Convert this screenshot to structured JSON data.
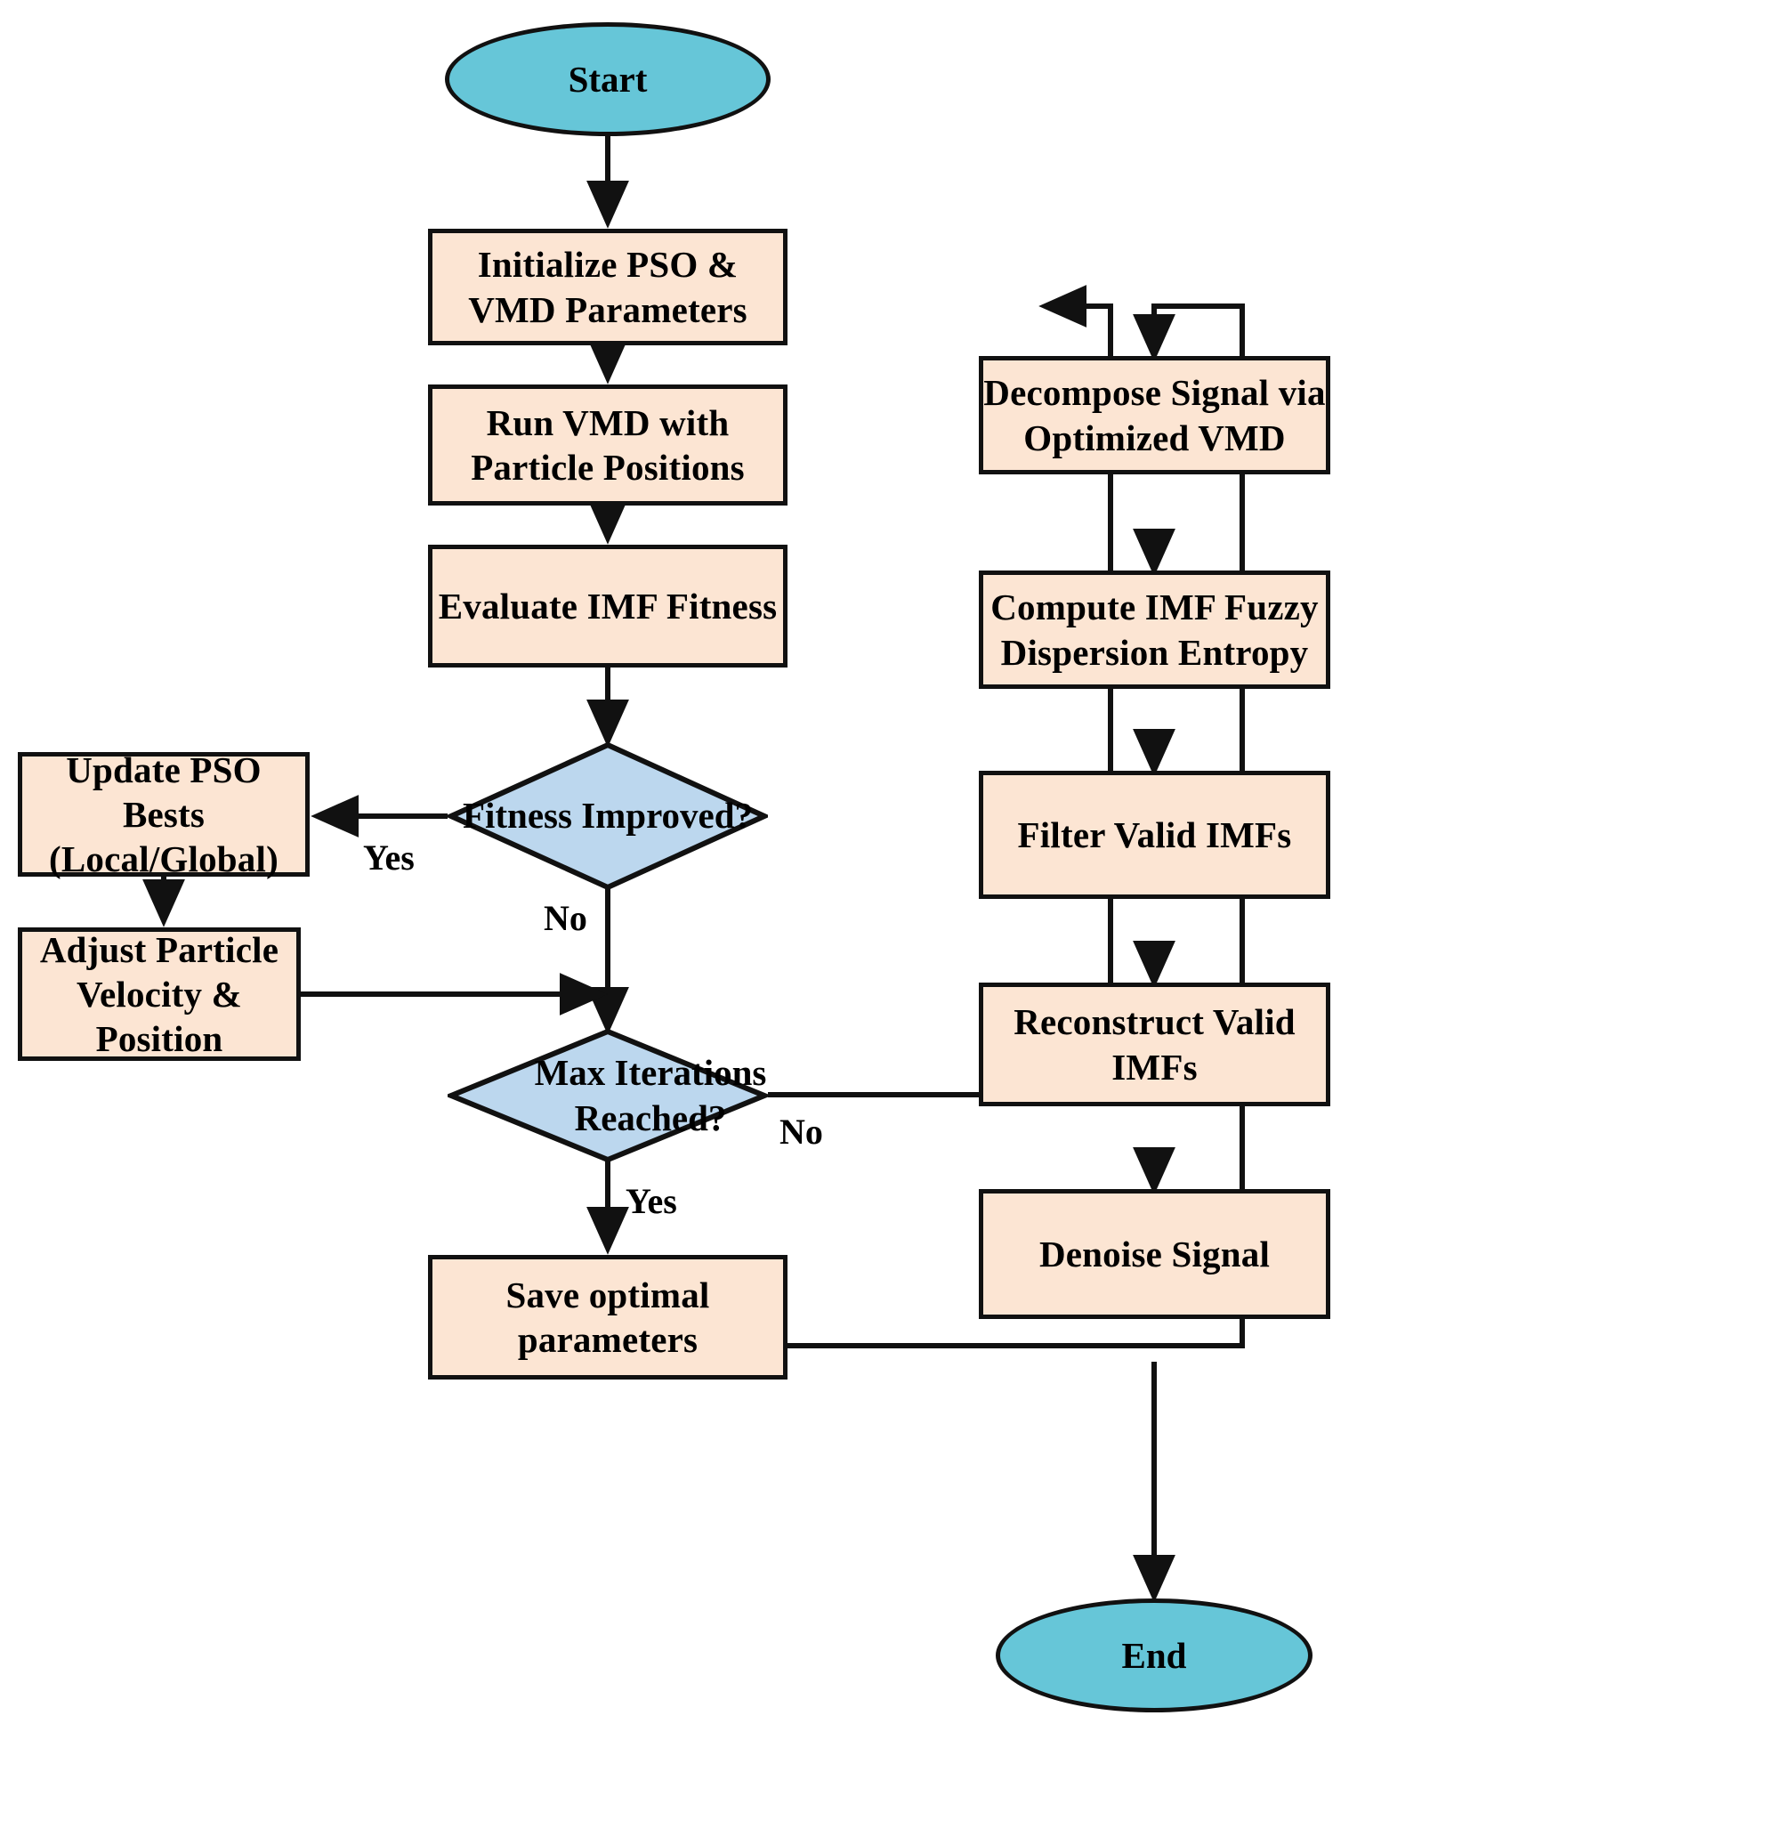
{
  "diagram": {
    "title": "PSO-VMD signal denoising flowchart",
    "colors": {
      "terminator_fill": "#66c6d8",
      "process_fill": "#fce5d3",
      "decision_fill": "#bcd7ee",
      "stroke": "#111111"
    }
  },
  "nodes": {
    "start": {
      "label": "Start",
      "shape": "terminator"
    },
    "init_params": {
      "label": "Initialize PSO & VMD Parameters",
      "shape": "process"
    },
    "run_vmd": {
      "label": "Run VMD with Particle Positions",
      "shape": "process"
    },
    "evaluate_imf": {
      "label": "Evaluate IMF Fitness",
      "shape": "process"
    },
    "fitness_improved": {
      "label": "Fitness Improved?",
      "shape": "decision"
    },
    "update_bests": {
      "label": "Update PSO Bests (Local/Global)",
      "shape": "process"
    },
    "adjust_particle": {
      "label": "Adjust Particle Velocity & Position",
      "shape": "process"
    },
    "max_iterations": {
      "label": "Max Iterations Reached?",
      "shape": "decision"
    },
    "save_params": {
      "label": "Save optimal parameters",
      "shape": "process"
    },
    "decompose": {
      "label": "Decompose Signal via Optimized VMD",
      "shape": "process"
    },
    "compute_entropy": {
      "label": "Compute IMF Fuzzy Dispersion Entropy",
      "shape": "process"
    },
    "filter_imfs": {
      "label": "Filter Valid IMFs",
      "shape": "process"
    },
    "reconstruct_imfs": {
      "label": "Reconstruct Valid IMFs",
      "shape": "process"
    },
    "denoise": {
      "label": "Denoise Signal",
      "shape": "process"
    },
    "end": {
      "label": "End",
      "shape": "terminator"
    }
  },
  "edge_labels": {
    "fitness_yes": "Yes",
    "fitness_no": "No",
    "maxiter_no": "No",
    "maxiter_yes": "Yes"
  },
  "edges": [
    {
      "from": "start",
      "to": "init_params",
      "label": ""
    },
    {
      "from": "init_params",
      "to": "run_vmd",
      "label": ""
    },
    {
      "from": "run_vmd",
      "to": "evaluate_imf",
      "label": ""
    },
    {
      "from": "evaluate_imf",
      "to": "fitness_improved",
      "label": ""
    },
    {
      "from": "fitness_improved",
      "to": "update_bests",
      "label": "Yes"
    },
    {
      "from": "fitness_improved",
      "to": "max_iterations",
      "label": "No"
    },
    {
      "from": "update_bests",
      "to": "adjust_particle",
      "label": ""
    },
    {
      "from": "adjust_particle",
      "to": "max_iterations",
      "label": ""
    },
    {
      "from": "max_iterations",
      "to": "init_params",
      "label": "No"
    },
    {
      "from": "max_iterations",
      "to": "save_params",
      "label": "Yes"
    },
    {
      "from": "save_params",
      "to": "decompose",
      "label": ""
    },
    {
      "from": "decompose",
      "to": "compute_entropy",
      "label": ""
    },
    {
      "from": "compute_entropy",
      "to": "filter_imfs",
      "label": ""
    },
    {
      "from": "filter_imfs",
      "to": "reconstruct_imfs",
      "label": ""
    },
    {
      "from": "reconstruct_imfs",
      "to": "denoise",
      "label": ""
    },
    {
      "from": "denoise",
      "to": "end",
      "label": ""
    }
  ]
}
